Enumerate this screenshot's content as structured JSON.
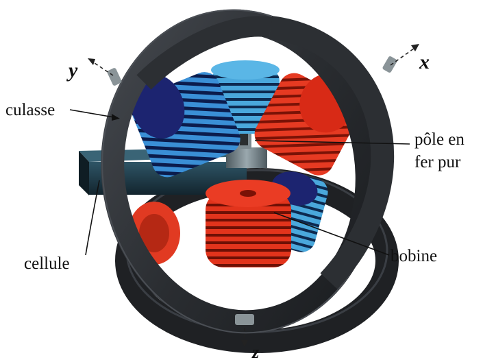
{
  "labels": {
    "culasse": "culasse",
    "pole_line1": "pôle en",
    "pole_line2": "fer pur",
    "cellule": "cellule",
    "bobine": "bobine"
  },
  "axes": {
    "x": "x",
    "y": "y",
    "z": "z"
  },
  "colors": {
    "ring": "#2a2d31",
    "ring_edge": "#4a4e54",
    "coil_red": "#e0301e",
    "coil_red_stripe": "#7a0f06",
    "coil_blue": "#3a8fd6",
    "coil_blue_stripe": "#0a1a4a",
    "coil_navy": "#1c2470",
    "pole": "#6a7a80",
    "cell": "#1e3a48"
  }
}
